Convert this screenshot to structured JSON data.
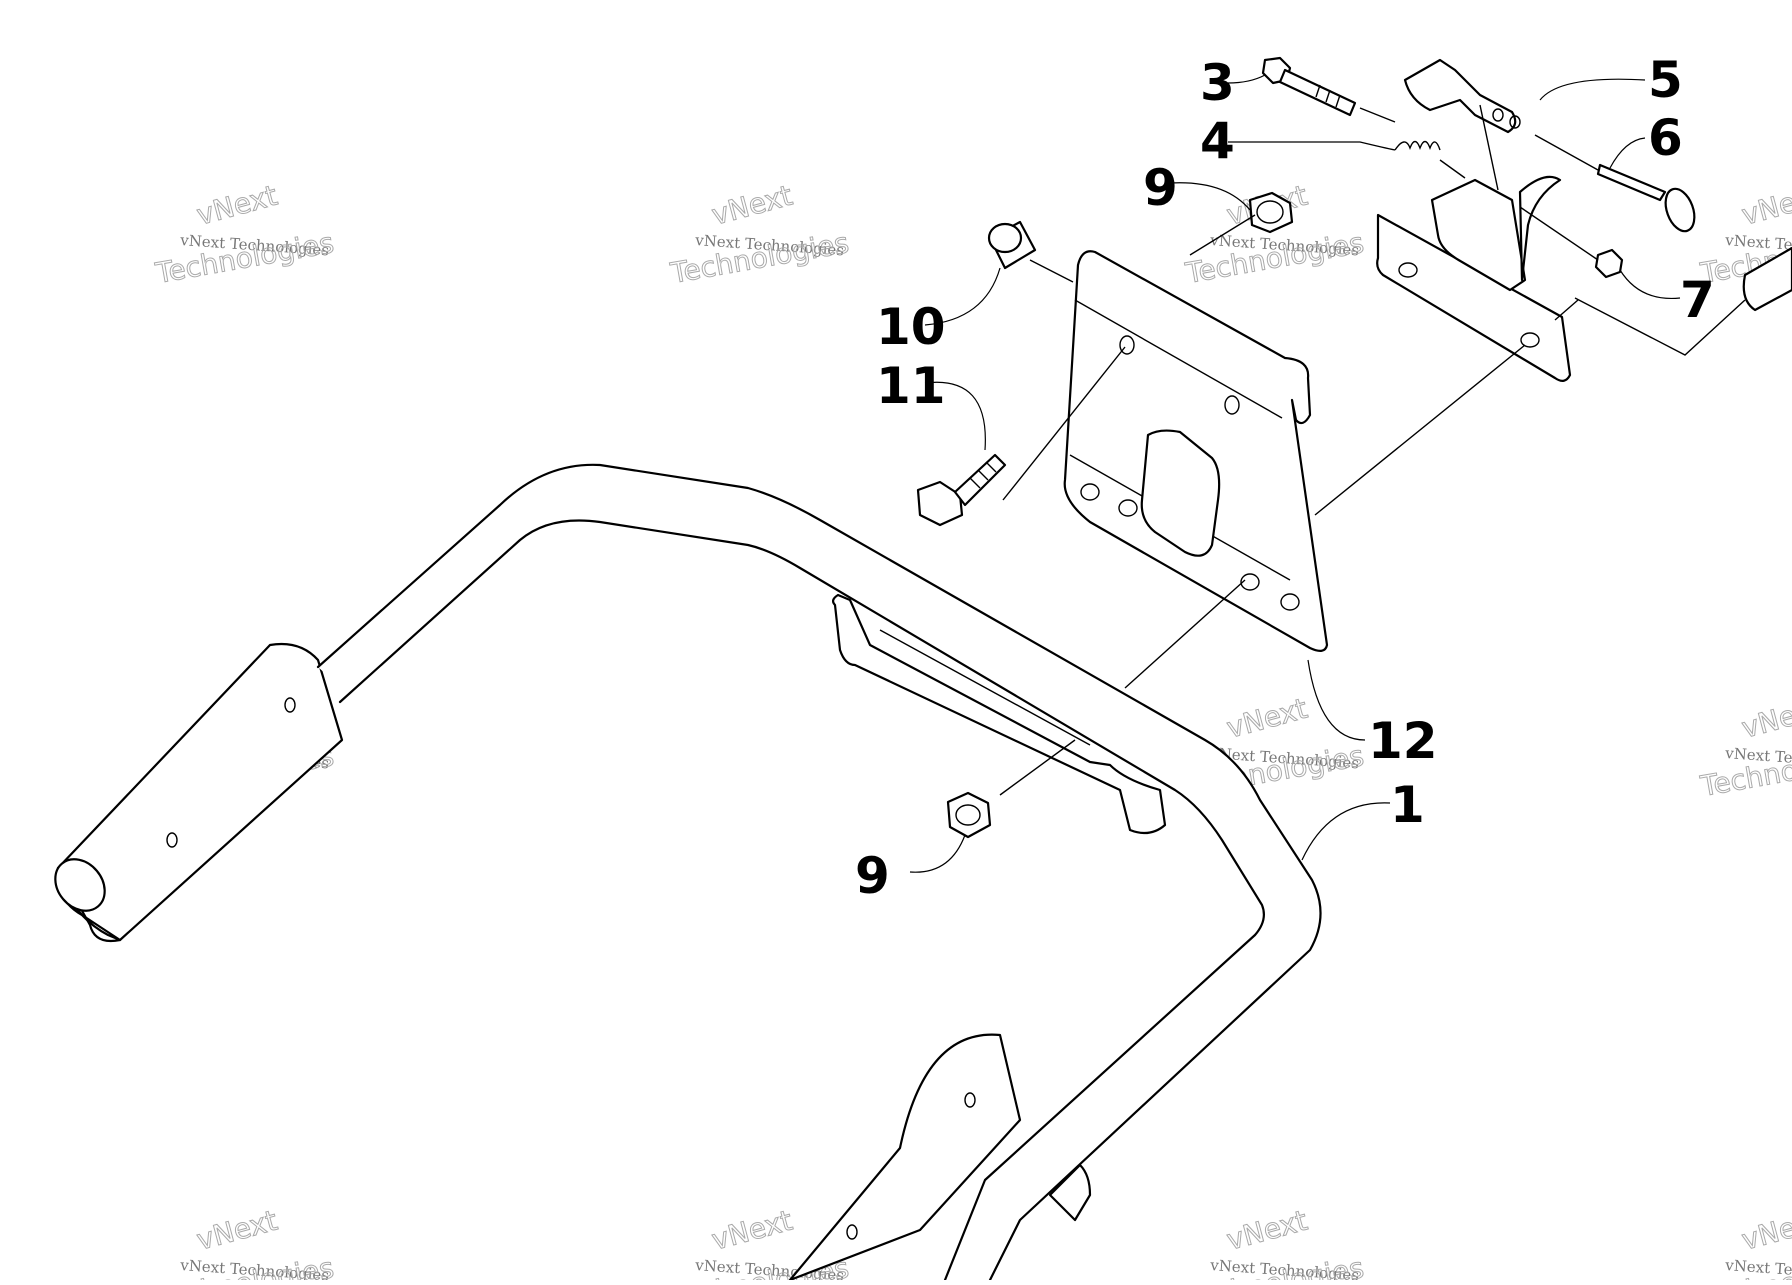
{
  "callouts": [
    {
      "id": "3",
      "label": "3"
    },
    {
      "id": "4",
      "label": "4"
    },
    {
      "id": "5",
      "label": "5"
    },
    {
      "id": "6",
      "label": "6"
    },
    {
      "id": "9a",
      "label": "9"
    },
    {
      "id": "10",
      "label": "10"
    },
    {
      "id": "11",
      "label": "11"
    },
    {
      "id": "7",
      "label": "7"
    },
    {
      "id": "12",
      "label": "12"
    },
    {
      "id": "1",
      "label": "1"
    },
    {
      "id": "9b",
      "label": "9"
    }
  ],
  "watermark": {
    "line1": "vNext Technologies",
    "line2": "Technologies",
    "line3": "vNext"
  },
  "colors": {
    "line": "#000000",
    "background": "#ffffff",
    "watermark": "#999999"
  }
}
